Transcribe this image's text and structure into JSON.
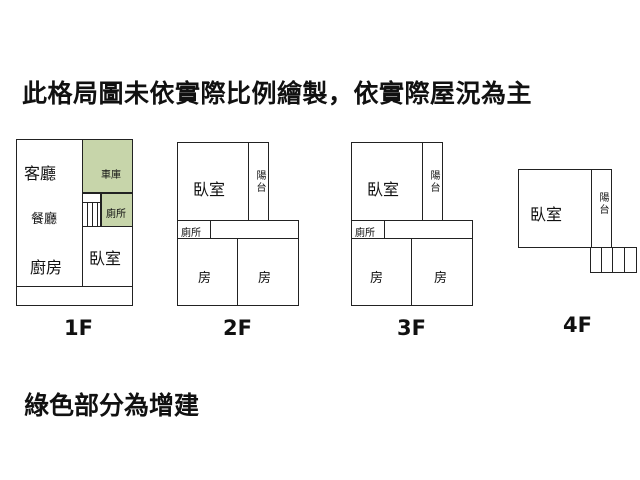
{
  "title": "此格局圖未依實際比例繪製，依實際屋況為主",
  "note": "綠色部分為增建",
  "colors": {
    "extension": "#c7d5aa",
    "line": "#222222"
  },
  "floors": {
    "f1": {
      "label": "1F",
      "rooms": {
        "living": "客廳",
        "dining": "餐廳",
        "kitchen": "廚房",
        "bedroom": "臥室",
        "garage": "車庫",
        "toilet": "廁所"
      }
    },
    "f2": {
      "label": "2F",
      "rooms": {
        "bedroom": "臥室",
        "balcony": "陽台",
        "toilet": "廁所",
        "room1": "房",
        "room2": "房"
      }
    },
    "f3": {
      "label": "3F",
      "rooms": {
        "bedroom": "臥室",
        "balcony": "陽台",
        "toilet": "廁所",
        "room1": "房",
        "room2": "房"
      }
    },
    "f4": {
      "label": "4F",
      "rooms": {
        "bedroom": "臥室",
        "balcony": "陽台"
      }
    }
  }
}
